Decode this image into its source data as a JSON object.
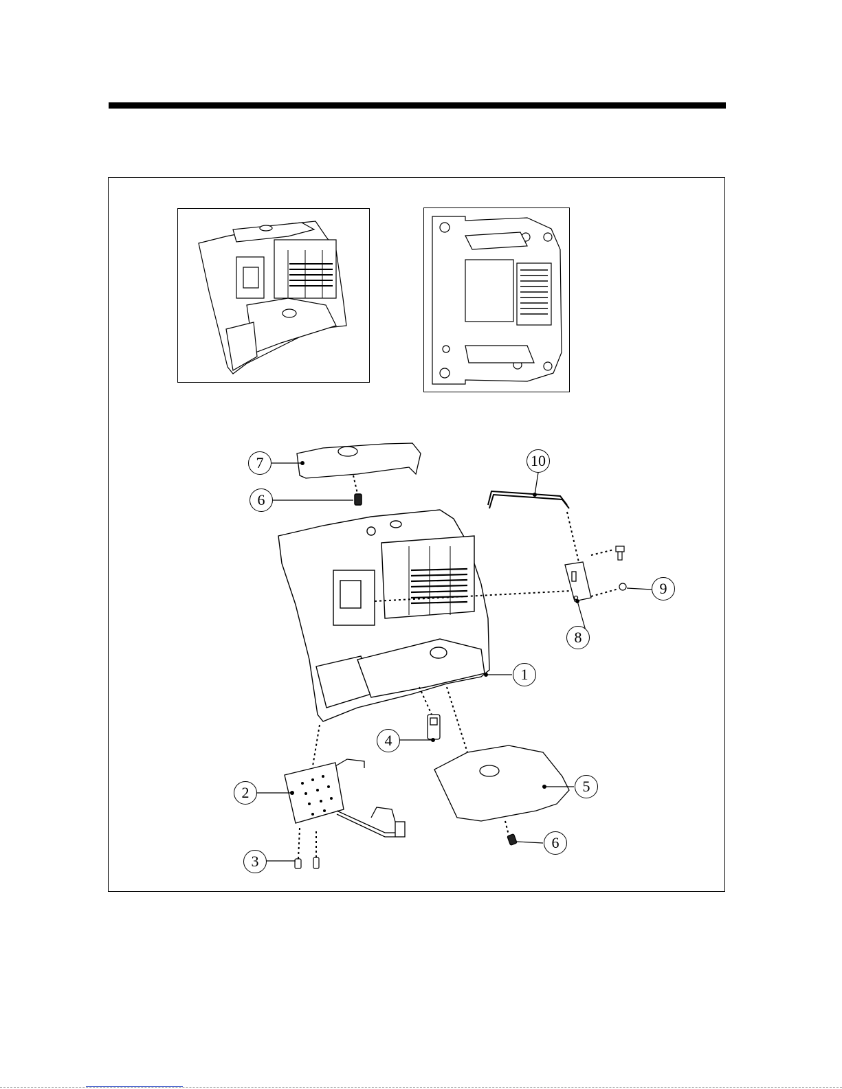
{
  "diagram": {
    "callouts": [
      {
        "id": "c1",
        "label": "1"
      },
      {
        "id": "c2",
        "label": "2"
      },
      {
        "id": "c3",
        "label": "3"
      },
      {
        "id": "c4",
        "label": "4"
      },
      {
        "id": "c5",
        "label": "5"
      },
      {
        "id": "c6a",
        "label": "6"
      },
      {
        "id": "c6b",
        "label": "6"
      },
      {
        "id": "c7",
        "label": "7"
      },
      {
        "id": "c8",
        "label": "8"
      },
      {
        "id": "c9",
        "label": "9"
      },
      {
        "id": "c10",
        "label": "10"
      }
    ],
    "colors": {
      "line": "#000000",
      "fill": "#ffffff",
      "shade": "#d8d8d8",
      "link": "#3a55c8"
    }
  }
}
